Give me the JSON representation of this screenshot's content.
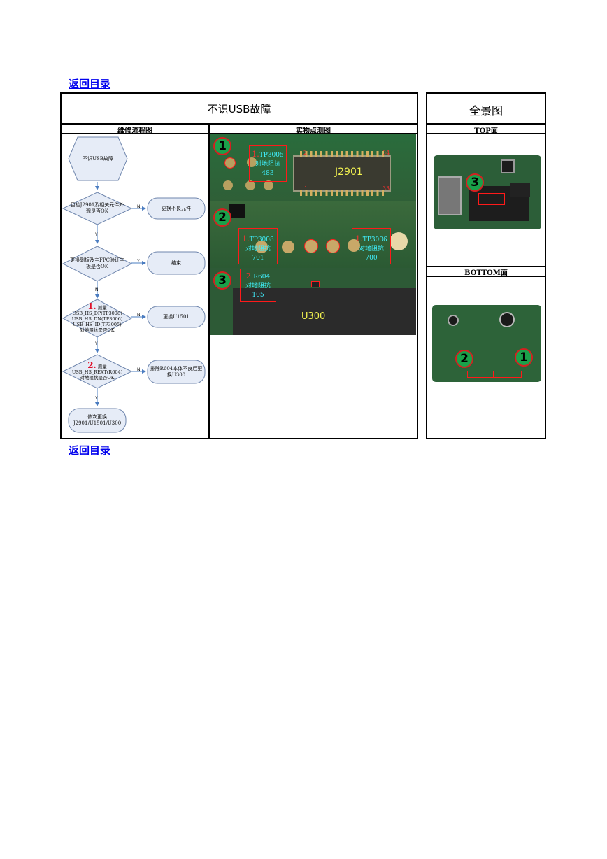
{
  "nav": {
    "back_to_toc": "返回目录"
  },
  "table": {
    "title": "不识USB故障",
    "panorama_title": "全景图",
    "col_flow": "维修流程图",
    "col_points": "实物点测图",
    "top_label": "TOP面",
    "bottom_label": "BOTTOM面"
  },
  "flow": {
    "start": "不识USB故障",
    "step1": "目检J2901及相关元件外观是否OK",
    "step1_action": "更换不良元件",
    "step2": "更换副板及主FPC验证主板是否OK",
    "step2_action": "结束",
    "step3_num": "1.",
    "step3_title": "测量",
    "step3_lines": "USB_HS_DP(TP3008)\nUSB_HS_DN(TP3006)\nUSB_HS_ID(TP3005)\n对地阻抗是否OK",
    "step3_action": "更换U1501",
    "step4_num": "2.",
    "step4_title": "测量",
    "step4_lines": "USB_HS_REXT(R604)\n对地阻抗是否OK",
    "step4_action": "排除R604本体不良后更换U300",
    "end": "依次更换\nJ2901/U1501/U300",
    "yes": "Y",
    "no": "N"
  },
  "points": {
    "badge1": "1",
    "badge2": "2",
    "badge3": "3",
    "tp3005_num": "1.",
    "tp3005": "TP3005",
    "tp3005_desc": "对地阻抗",
    "tp3005_val": "483",
    "connector": "J2901",
    "pin2": "2",
    "pin34": "34",
    "pin1": "1",
    "pin33": "33",
    "tp3008_num": "1.",
    "tp3008": "TP3008",
    "tp3008_desc": "对地阻抗",
    "tp3008_val": "701",
    "tp3006_num": "1.",
    "tp3006": "TP3006",
    "tp3006_desc": "对地阻抗",
    "tp3006_val": "700",
    "r604_num": "2.",
    "r604": "R604",
    "r604_desc": "对地阻抗",
    "r604_val": "105",
    "chip": "U300"
  },
  "panorama": {
    "top_badge": "3",
    "bottom_badge_left": "2",
    "bottom_badge_right": "1"
  },
  "colors": {
    "link": "#0000ee",
    "pcb": "#2e6b3a",
    "badge_green": "#1aa14a",
    "marker_red": "#ff1a1a",
    "label_cyan": "#40f0ff",
    "flow_shape_fill": "#e6ecf7",
    "flow_arrow": "#4a7cc0"
  }
}
